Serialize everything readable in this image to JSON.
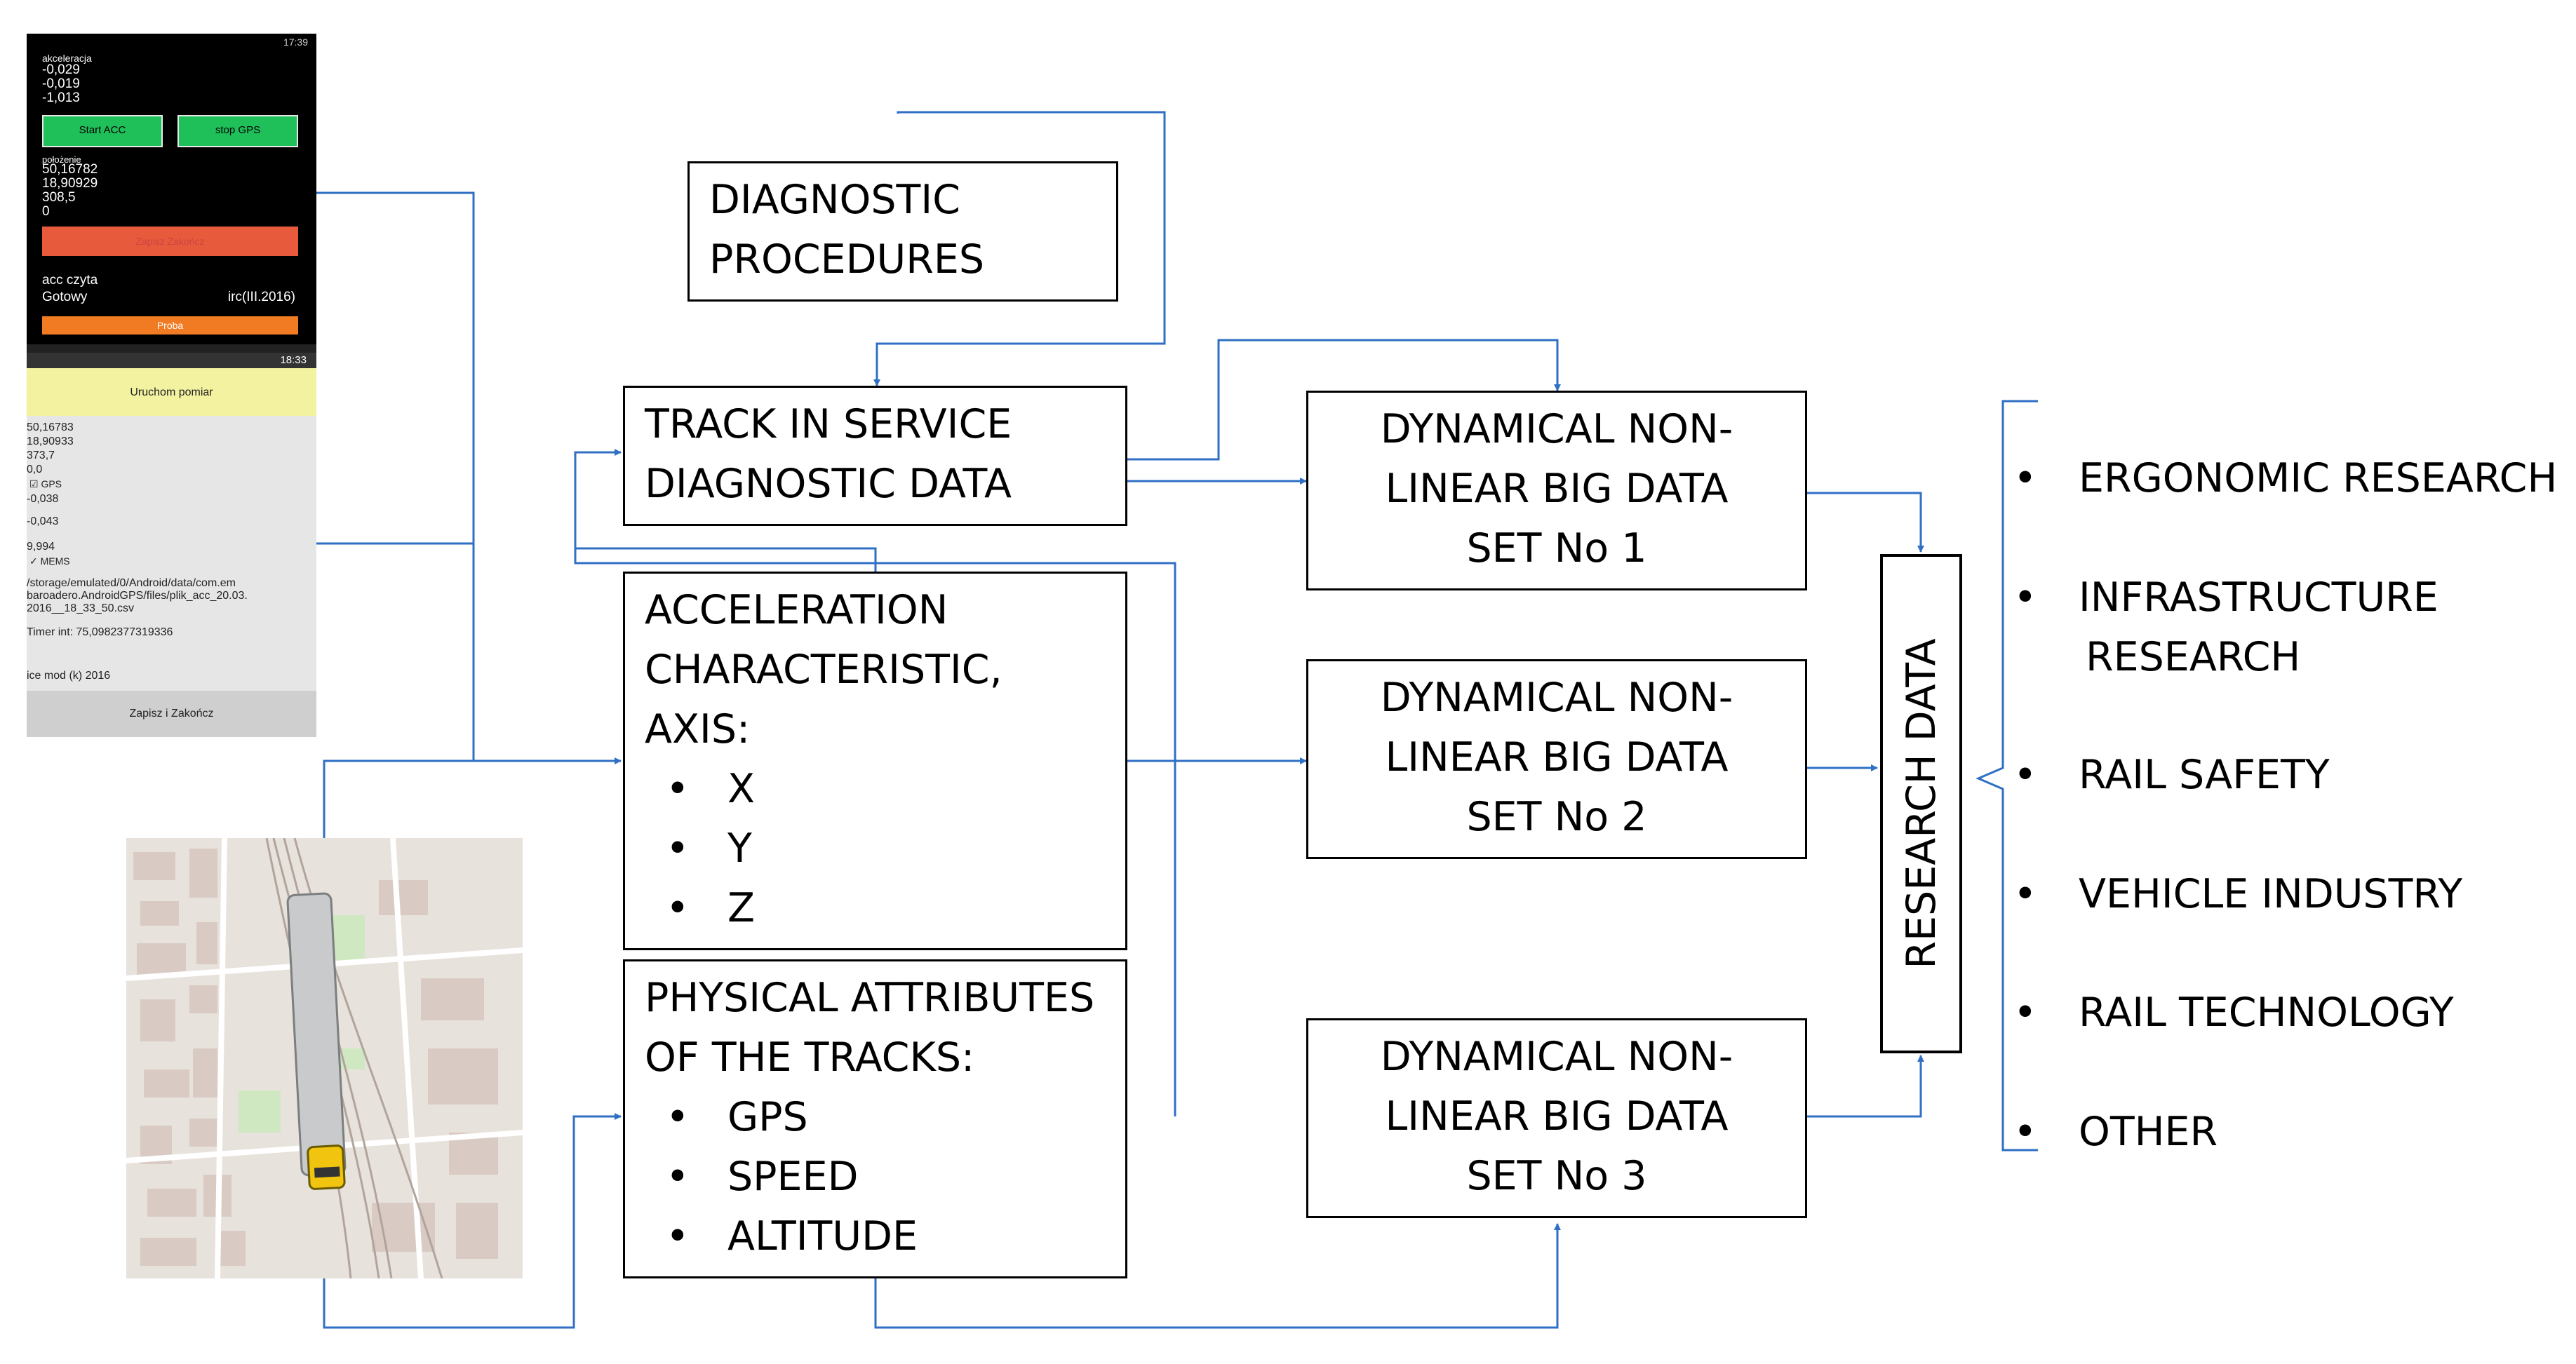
{
  "colors": {
    "connector": "#2f6fc4",
    "box_border": "#000000",
    "phone1_bg": "#000000",
    "phone1_button": "#1fc05a",
    "phone1_orange": "#e75a3b",
    "phone2_banner": "#f2f2a0",
    "tram": "#f1c40f"
  },
  "boxes": {
    "diagnostic_procedures": {
      "lines": [
        "DIAGNOSTIC",
        "PROCEDURES"
      ]
    },
    "track_in_service": {
      "lines": [
        "TRACK IN SERVICE",
        "DIAGNOSTIC DATA"
      ]
    },
    "acceleration": {
      "lines": [
        "ACCELERATION",
        "CHARACTERISTIC,",
        "AXIS:"
      ],
      "bullets": [
        "X",
        "Y",
        "Z"
      ]
    },
    "physical": {
      "lines": [
        "PHYSICAL ATTRIBUTES",
        "OF THE TRACKS:"
      ],
      "bullets": [
        "GPS",
        "SPEED",
        "ALTITUDE"
      ]
    },
    "set1": {
      "lines": [
        "DYNAMICAL NON-",
        "LINEAR BIG DATA",
        "SET No 1"
      ]
    },
    "set2": {
      "lines": [
        "DYNAMICAL NON-",
        "LINEAR BIG DATA",
        "SET No 2"
      ]
    },
    "set3": {
      "lines": [
        "DYNAMICAL NON-",
        "LINEAR BIG DATA",
        "SET No 3"
      ]
    },
    "research": {
      "label": "RESEARCH DATA"
    }
  },
  "outputs": [
    {
      "lines": [
        "ERGONOMIC RESEARCH"
      ]
    },
    {
      "lines": [
        "INFRASTRUCTURE",
        " RESEARCH"
      ]
    },
    {
      "lines": [
        "RAIL SAFETY"
      ]
    },
    {
      "lines": [
        "VEHICLE INDUSTRY"
      ]
    },
    {
      "lines": [
        "RAIL TECHNOLOGY"
      ]
    },
    {
      "lines": [
        "OTHER"
      ]
    }
  ],
  "phone1": {
    "status": "17:39",
    "accel_label": "akceleracja",
    "accel_values": [
      "-0,029",
      "-0,019",
      "-1,013"
    ],
    "btn_start": "Start ACC",
    "btn_stop": "stop GPS",
    "pos_label": "położenie",
    "pos_values": [
      "50,16782",
      "18,90929",
      "308,5",
      "0"
    ],
    "btn_save": "Zapisz Zakończ",
    "acc_read": "acc czyta",
    "ready": "Gotowy",
    "version": "irc(III.2016)",
    "btn_probe": "Proba"
  },
  "phone2": {
    "status": "18:33",
    "banner": "Uruchom pomiar",
    "values": [
      "50,16783",
      "18,90933",
      "373,7",
      "0,0"
    ],
    "gps_label": "GPS",
    "mems_values": [
      "-0,038",
      "-0,043",
      "9,994"
    ],
    "mems_label": "MEMS",
    "path": [
      "/storage/emulated/0/Android/data/com.em",
      "baroadero.AndroidGPS/files/plik_acc_20.03.",
      "2016__18_33_50.csv"
    ],
    "timer": "Timer int: 75,0982377319336",
    "footer_note": "ice mod (k) 2016",
    "save_btn": "Zapisz i Zakończ"
  }
}
